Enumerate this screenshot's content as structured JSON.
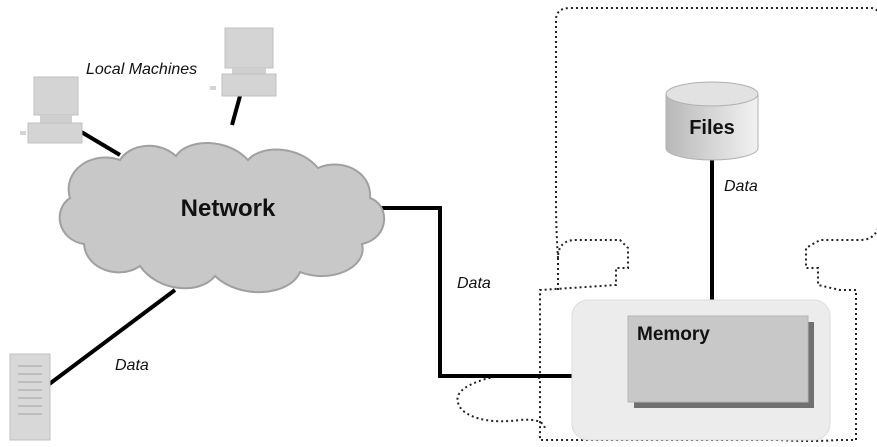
{
  "labels": {
    "local_machines": "Local Machines",
    "network": "Network",
    "files": "Files",
    "memory": "Memory",
    "data_files": "Data",
    "data_network": "Data",
    "data_server": "Data"
  },
  "colors": {
    "cloud_fill": "#c8c8c8",
    "cloud_stroke": "#a0a0a0",
    "machine_fill": "#d4d4d4",
    "cylinder_fill": "#c4c4c4",
    "memory_box_fill": "#c8c8c8",
    "memory_outer_fill": "#ececec",
    "line": "#000000"
  },
  "icons": {
    "local_machine_left": "desktop-computer-icon",
    "local_machine_right": "desktop-computer-icon",
    "server": "server-tower-icon",
    "files": "database-cylinder-icon",
    "network": "cloud-icon"
  }
}
